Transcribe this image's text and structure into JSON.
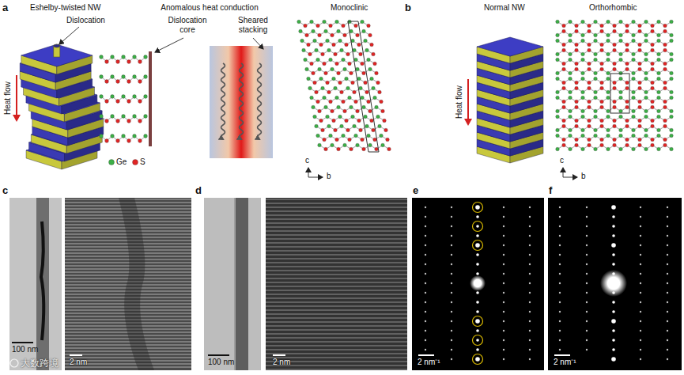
{
  "diagram": {
    "labels": [
      "a",
      "Eshelby-twisted NW",
      "Dislocation",
      "Heat flow",
      "Ge",
      "S",
      "Anomalous heat conduction",
      "Dislocation core",
      "Sheared stacking",
      "Monoclinic",
      "c",
      "b",
      "b",
      "Normal NW",
      "Heat flow",
      "Orthorhombic",
      "c",
      "b",
      "c",
      "100 nm",
      "2 nm",
      "d",
      "100 nm",
      "2 nm",
      "e",
      "2 nm⁻¹",
      "f",
      "2 nm⁻¹",
      "大数跨境"
    ]
  }
}
